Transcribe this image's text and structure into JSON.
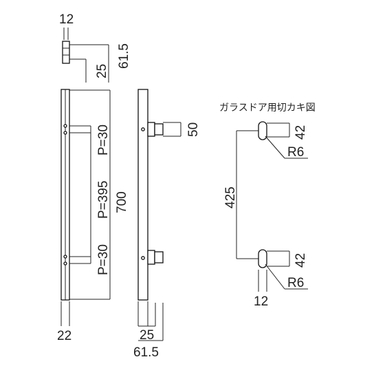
{
  "caption": "ガラスドア用切カキ図",
  "dims": {
    "top_post_width": "12",
    "top_length": "61.5",
    "top_base": "25",
    "pitch_top": "P=30",
    "pitch_mid": "P=395",
    "pitch_bottom": "P=30",
    "total_length": "700",
    "bottom_width": "22",
    "post_height": "50",
    "side_base": "25",
    "side_length": "61.5",
    "cut_top": "42",
    "radius_top": "R6",
    "cut_span": "425",
    "cut_bottom": "42",
    "radius_bottom": "R6",
    "cut_width": "12"
  }
}
